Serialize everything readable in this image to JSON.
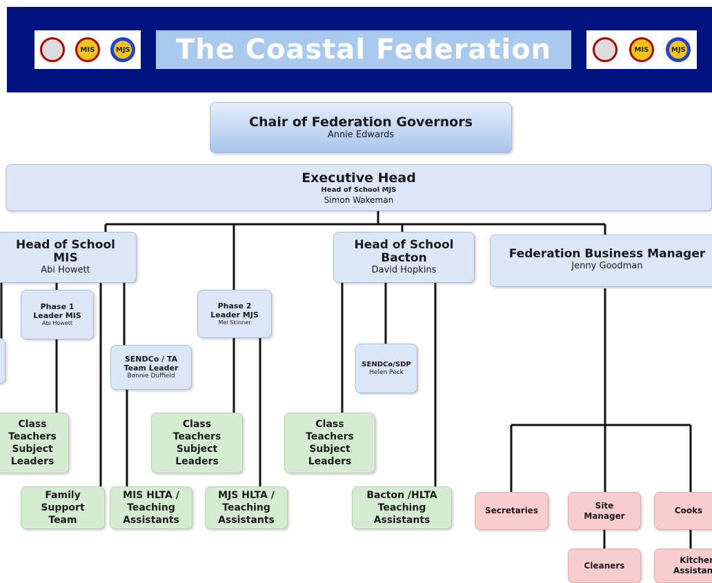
{
  "banner": {
    "title": "The Coastal Federation",
    "logos": [
      "crest-logo",
      "mis-logo",
      "mjs-logo"
    ],
    "logo_texts": [
      "",
      "MIS",
      "MJS"
    ],
    "colors": {
      "banner": "#00137f",
      "title_box": "#a9c9ee"
    }
  },
  "chair": {
    "title": "Chair of Federation Governors",
    "name": "Annie Edwards"
  },
  "exec": {
    "title": "Executive Head",
    "subtitle": "Head of School MJS",
    "name": "Simon Wakeman"
  },
  "head_mis": {
    "title1": "Head of School",
    "title2": "MIS",
    "name": "Abi Howett"
  },
  "head_bacton": {
    "title1": "Head of School",
    "title2": "Bacton",
    "name": "David Hopkins"
  },
  "fbm": {
    "title": "Federation Business Manager",
    "name": "Jenny Goodman"
  },
  "phase1": {
    "l1": "Phase 1",
    "l2": "Leader MIS",
    "name": "Abi Howett"
  },
  "phase2": {
    "l1": "Phase 2",
    "l2": "Leader MJS",
    "name": "Mel Skinner"
  },
  "sendco_mis": {
    "l1": "SENDCo / TA",
    "l2": "Team Leader",
    "name": "Bonnie Duffield"
  },
  "sendco_bacton": {
    "l1": "SENDCo/SDP",
    "name": "Helen Peck"
  },
  "class_teachers": {
    "l1": "Class",
    "l2": "Teachers",
    "l3": "Subject",
    "l4": "Leaders"
  },
  "class_teachers_cut": {
    "l1": "Class",
    "l2": "Teachers",
    "l3": "Subject",
    "l4": "Leaders"
  },
  "family_support": {
    "l1": "Family",
    "l2": "Support",
    "l3": "Team"
  },
  "mis_hlta": {
    "l1": "MIS HLTA /",
    "l2": "Teaching",
    "l3": "Assistants"
  },
  "mjs_hlta": {
    "l1": "MJS HLTA /",
    "l2": "Teaching",
    "l3": "Assistants"
  },
  "bacton_hlta": {
    "l1": "Bacton /HLTA",
    "l2": "Teaching",
    "l3": "Assistants"
  },
  "support_staff": {
    "secretaries": "Secretaries",
    "site_manager1": "Site",
    "site_manager2": "Manager",
    "cooks": "Cooks",
    "cleaners": "Cleaners",
    "kitchen1": "Kitchen",
    "kitchen2": "Assistants"
  }
}
